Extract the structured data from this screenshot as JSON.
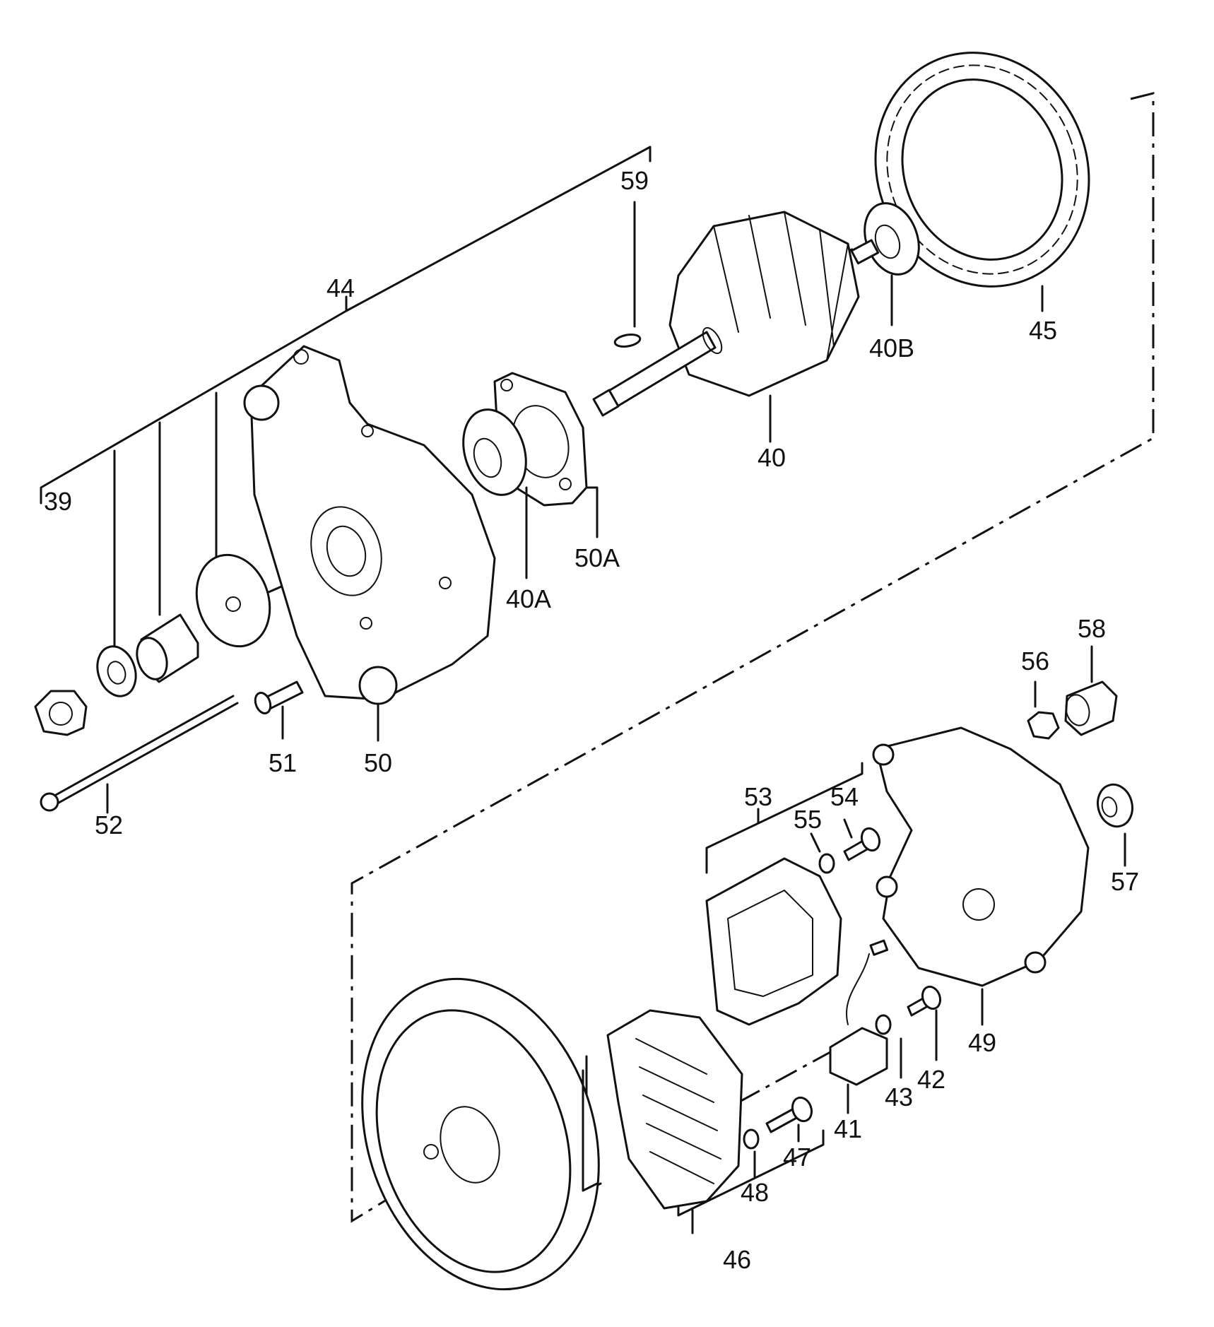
{
  "diagram": {
    "labels": {
      "p39": "39",
      "p40": "40",
      "p40A": "40A",
      "p40B": "40B",
      "p41": "41",
      "p42": "42",
      "p43": "43",
      "p44": "44",
      "p45": "45",
      "p46": "46",
      "p47": "47",
      "p48": "48",
      "p49": "49",
      "p50": "50",
      "p50A": "50A",
      "p51": "51",
      "p52": "52",
      "p53": "53",
      "p54": "54",
      "p55": "55",
      "p56": "56",
      "p57": "57",
      "p58": "58",
      "p59": "59"
    }
  }
}
